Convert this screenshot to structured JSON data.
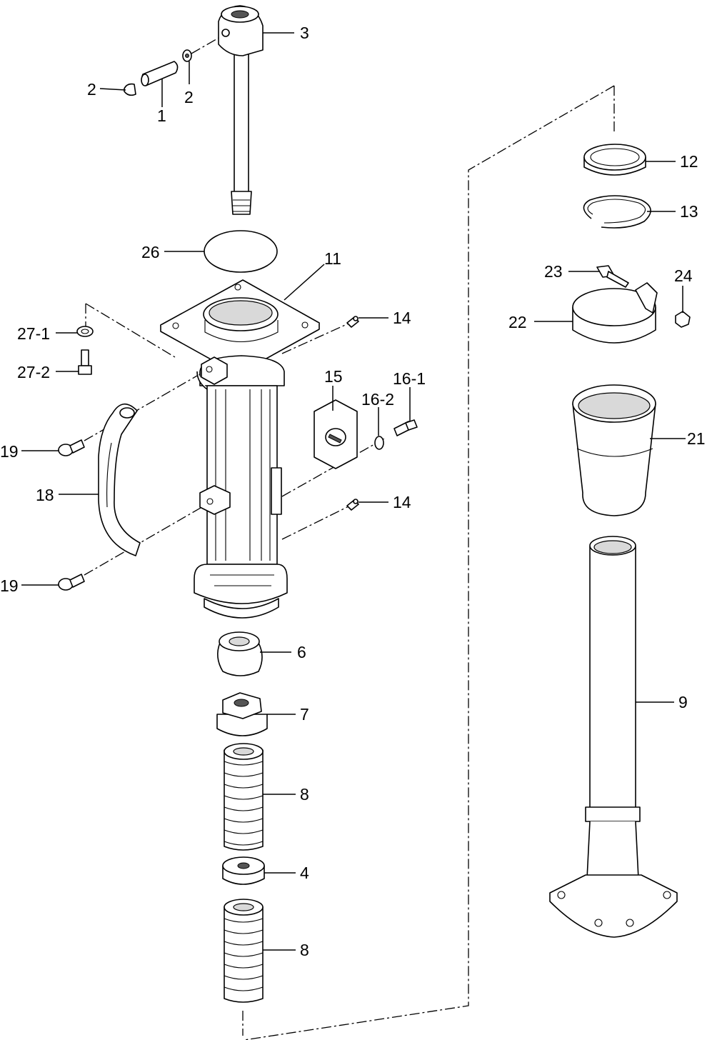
{
  "callouts": [
    {
      "id": "c2a",
      "text": "2"
    },
    {
      "id": "c1",
      "text": "1"
    },
    {
      "id": "c2b",
      "text": "2"
    },
    {
      "id": "c3",
      "text": "3"
    },
    {
      "id": "c26",
      "text": "26"
    },
    {
      "id": "c11",
      "text": "11"
    },
    {
      "id": "c14a",
      "text": "14"
    },
    {
      "id": "c27-1",
      "text": "27-1"
    },
    {
      "id": "c27-2",
      "text": "27-2"
    },
    {
      "id": "c15",
      "text": "15"
    },
    {
      "id": "c16-2",
      "text": "16-2"
    },
    {
      "id": "c16-1",
      "text": "16-1"
    },
    {
      "id": "c19a",
      "text": "19"
    },
    {
      "id": "c18",
      "text": "18"
    },
    {
      "id": "c14b",
      "text": "14"
    },
    {
      "id": "c19b",
      "text": "19"
    },
    {
      "id": "c6",
      "text": "6"
    },
    {
      "id": "c7",
      "text": "7"
    },
    {
      "id": "c8a",
      "text": "8"
    },
    {
      "id": "c4",
      "text": "4"
    },
    {
      "id": "c8b",
      "text": "8"
    },
    {
      "id": "c12",
      "text": "12"
    },
    {
      "id": "c13",
      "text": "13"
    },
    {
      "id": "c23",
      "text": "23"
    },
    {
      "id": "c24",
      "text": "24"
    },
    {
      "id": "c22",
      "text": "22"
    },
    {
      "id": "c21",
      "text": "21"
    },
    {
      "id": "c9",
      "text": "9"
    }
  ]
}
